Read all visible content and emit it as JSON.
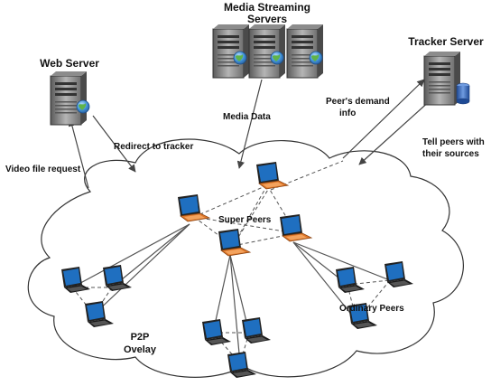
{
  "nodes": {
    "media_servers": {
      "title_line1": "Media Streaming",
      "title_line2": "Servers"
    },
    "web_server": {
      "title": "Web Server"
    },
    "tracker_server": {
      "title": "Tracker Server"
    },
    "super_peers": {
      "label": "Super Peers"
    },
    "ordinary_peers": {
      "label": "Ordinary Peers"
    },
    "overlay": {
      "line1": "P2P",
      "line2": "Ovelay"
    }
  },
  "edges": {
    "video_request": "Video file request",
    "redirect": "Redirect to tracker",
    "media_data": "Media Data",
    "demand_line1": "Peer's demand",
    "demand_line2": "info",
    "tell_line1": "Tell peers with",
    "tell_line2": "their sources"
  },
  "colors": {
    "super_peer_base": "#e0782a",
    "screen": "#1f6fc0",
    "server_body": "#8a8a8a",
    "globe": "#4a90d9",
    "database": "#2f5fb3"
  }
}
